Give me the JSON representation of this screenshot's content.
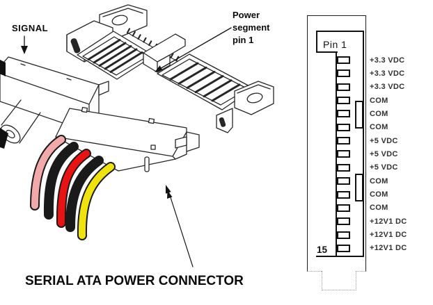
{
  "figure": {
    "signal_label": "SIGNAL",
    "power_segment_lines": [
      "Power",
      "segment",
      "pin 1"
    ],
    "caption": "SERIAL ATA POWER CONNECTOR",
    "line_color": "#262626",
    "wires": [
      {
        "name": "pink",
        "hex": "#f2a9a9"
      },
      {
        "name": "black",
        "hex": "#1a1a1a"
      },
      {
        "name": "red",
        "hex": "#e81313"
      },
      {
        "name": "black",
        "hex": "#1a1a1a"
      },
      {
        "name": "yellow",
        "hex": "#f0e20d"
      }
    ]
  },
  "pinout": {
    "pin1_label": "Pin 1",
    "pin15_label": "15",
    "pins": [
      {
        "pin": 1,
        "label": "+3.3 VDC"
      },
      {
        "pin": 2,
        "label": "+3.3 VDC"
      },
      {
        "pin": 3,
        "label": "+3.3 VDC"
      },
      {
        "pin": 4,
        "label": "COM"
      },
      {
        "pin": 5,
        "label": "COM"
      },
      {
        "pin": 6,
        "label": "COM"
      },
      {
        "pin": 7,
        "label": "+5 VDC"
      },
      {
        "pin": 8,
        "label": "+5 VDC"
      },
      {
        "pin": 9,
        "label": "+5 VDC"
      },
      {
        "pin": 10,
        "label": "COM"
      },
      {
        "pin": 11,
        "label": "COM"
      },
      {
        "pin": 12,
        "label": "COM"
      },
      {
        "pin": 13,
        "label": "+12V1 DC"
      },
      {
        "pin": 14,
        "label": "+12V1 DC"
      },
      {
        "pin": 15,
        "label": "+12V1 DC"
      }
    ]
  }
}
